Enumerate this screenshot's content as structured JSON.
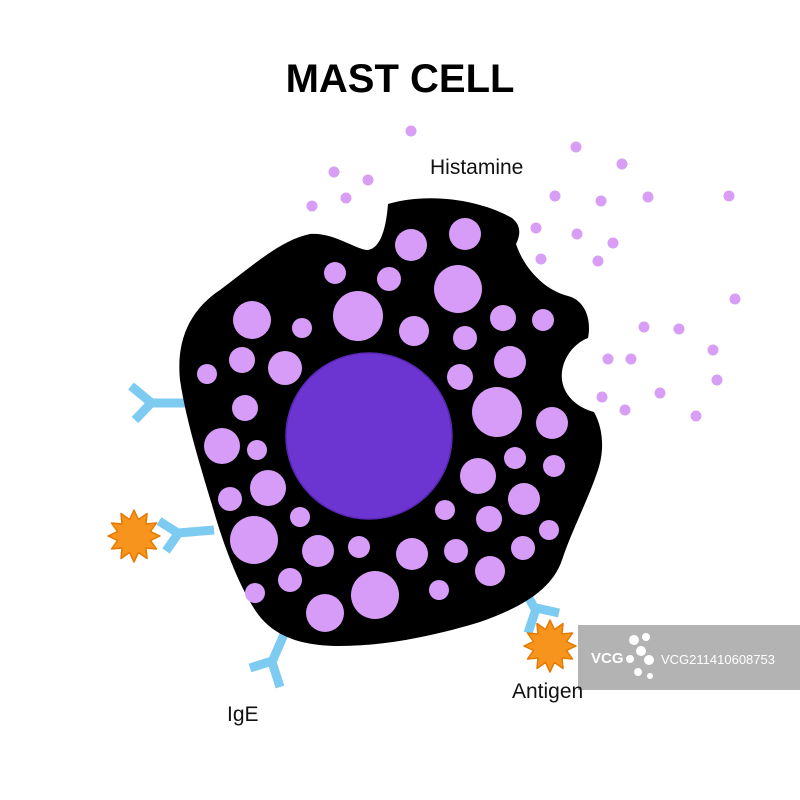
{
  "title": "MAST CELL",
  "labels": {
    "histamine": "Histamine",
    "ige": "IgE",
    "antigen": "Antigen"
  },
  "watermark": {
    "brand": "VCG",
    "code": "VCG211410608753"
  },
  "colors": {
    "cell_body": "#000000",
    "nucleus": "#6c35d1",
    "nucleus_outline": "#5a28b8",
    "granule": "#d69cf8",
    "histamine": "#d89ef5",
    "antibody": "#7ecbf2",
    "antigen": "#f7941d",
    "antigen_outline": "#e57a00",
    "watermark_box": "#9a9a9a"
  },
  "icons": {
    "watermark_logo": "vcg-logo-icon"
  }
}
